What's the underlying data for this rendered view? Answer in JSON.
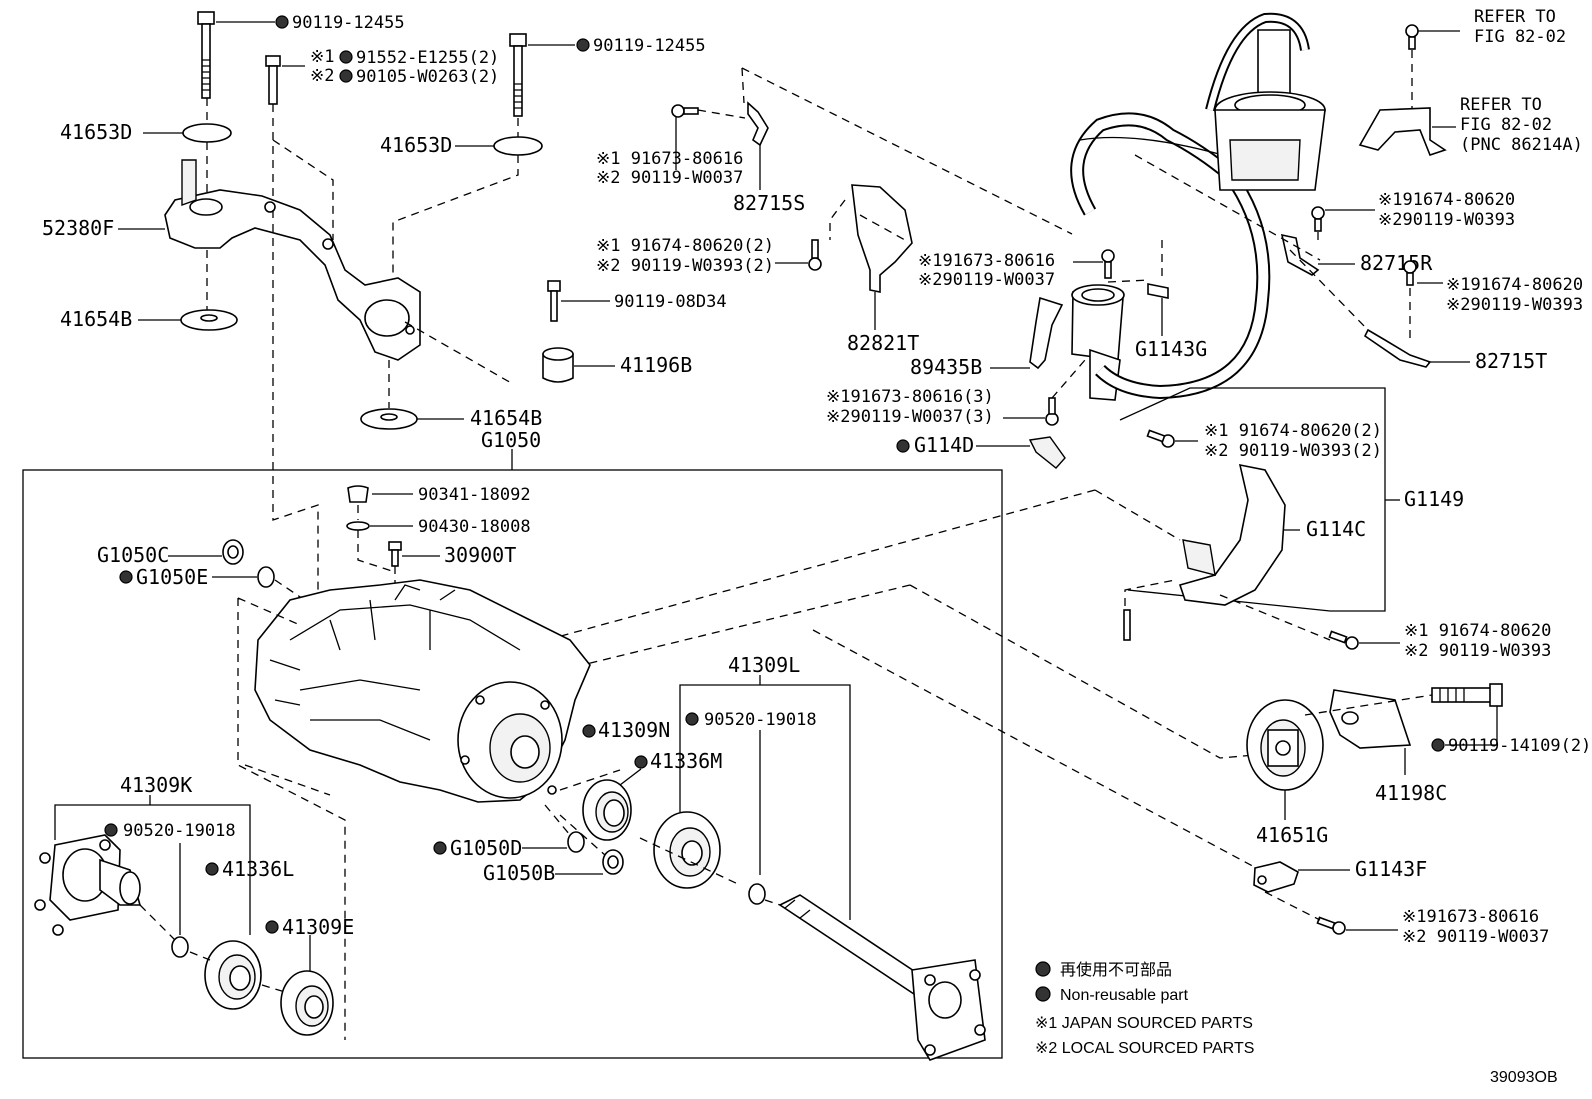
{
  "labels": {
    "p90119_12455_a": "90119-12455",
    "p90119_12455_b": "90119-12455",
    "p91552_1": "※1",
    "p91552": "91552-E1255(2)",
    "p90105_2": "※2",
    "p90105": "90105-W0263(2)",
    "p41653D_a": "41653D",
    "p41653D_b": "41653D",
    "p52380F": "52380F",
    "p41654B_a": "41654B",
    "p41654B_b": "41654B",
    "p91673_80616_a": "※1 91673-80616",
    "p90119_W0037_a": "※2 90119-W0037",
    "p82715S": "82715S",
    "p91674_80620_2a": "※1 91674-80620(2)",
    "p90119_W0393_2a": "※2 90119-W0393(2)",
    "p90119_08D34": "90119-08D34",
    "p41196B": "41196B",
    "pG1050": "G1050",
    "p90341": "90341-18092",
    "p90430": "90430-18008",
    "p30900T": "30900T",
    "pG1050C": "G1050C",
    "pG1050E": "G1050E",
    "p82821T": "82821T",
    "p91673_80616_b": "※191673-80616",
    "p90119_W0037_b": "※290119-W0037",
    "pG1143G": "G1143G",
    "p89435B": "89435B",
    "p91673_80616_3": "※191673-80616(3)",
    "p90119_W0037_3": "※290119-W0037(3)",
    "pG114D": "G114D",
    "p91674_80620_2b": "※1 91674-80620(2)",
    "p90119_W0393_2b": "※2 90119-W0393(2)",
    "refer1_a": "REFER TO",
    "refer1_b": "FIG 82-02",
    "refer2_a": "REFER TO",
    "refer2_b": "FIG 82-02",
    "refer2_c": "(PNC 86214A)",
    "p91674_80620_a": "※191674-80620",
    "p90119_W0393_a": "※290119-W0393",
    "p82715R": "82715R",
    "p91674_80620_b": "※191674-80620",
    "p90119_W0393_b": "※290119-W0393",
    "p82715T": "82715T",
    "pG1149": "G1149",
    "pG114C": "G114C",
    "p91674_80620_c": "※1 91674-80620",
    "p90119_W0393_c": "※2 90119-W0393",
    "p41309L": "41309L",
    "p90520_a": "90520-19018",
    "p41309N": "41309N",
    "p41336M": "41336M",
    "p90119_14109": "90119-14109(2)",
    "p41198C": "41198C",
    "p41651G": "41651G",
    "pG1143F": "G1143F",
    "p91673_80616_c": "※191673-80616",
    "p90119_W0037_c": "※2 90119-W0037",
    "p41309K": "41309K",
    "p90520_b": "90520-19018",
    "p41336L": "41336L",
    "p41309E": "41309E",
    "pG1050D": "G1050D",
    "pG1050B": "G1050B"
  },
  "legend": {
    "non_reusable_jp": "再使用不可部品",
    "non_reusable_en": "Non-reusable part",
    "japan": "※1 JAPAN SOURCED PARTS",
    "local": "※2 LOCAL SOURCED PARTS"
  },
  "figure_id": "39093OB"
}
